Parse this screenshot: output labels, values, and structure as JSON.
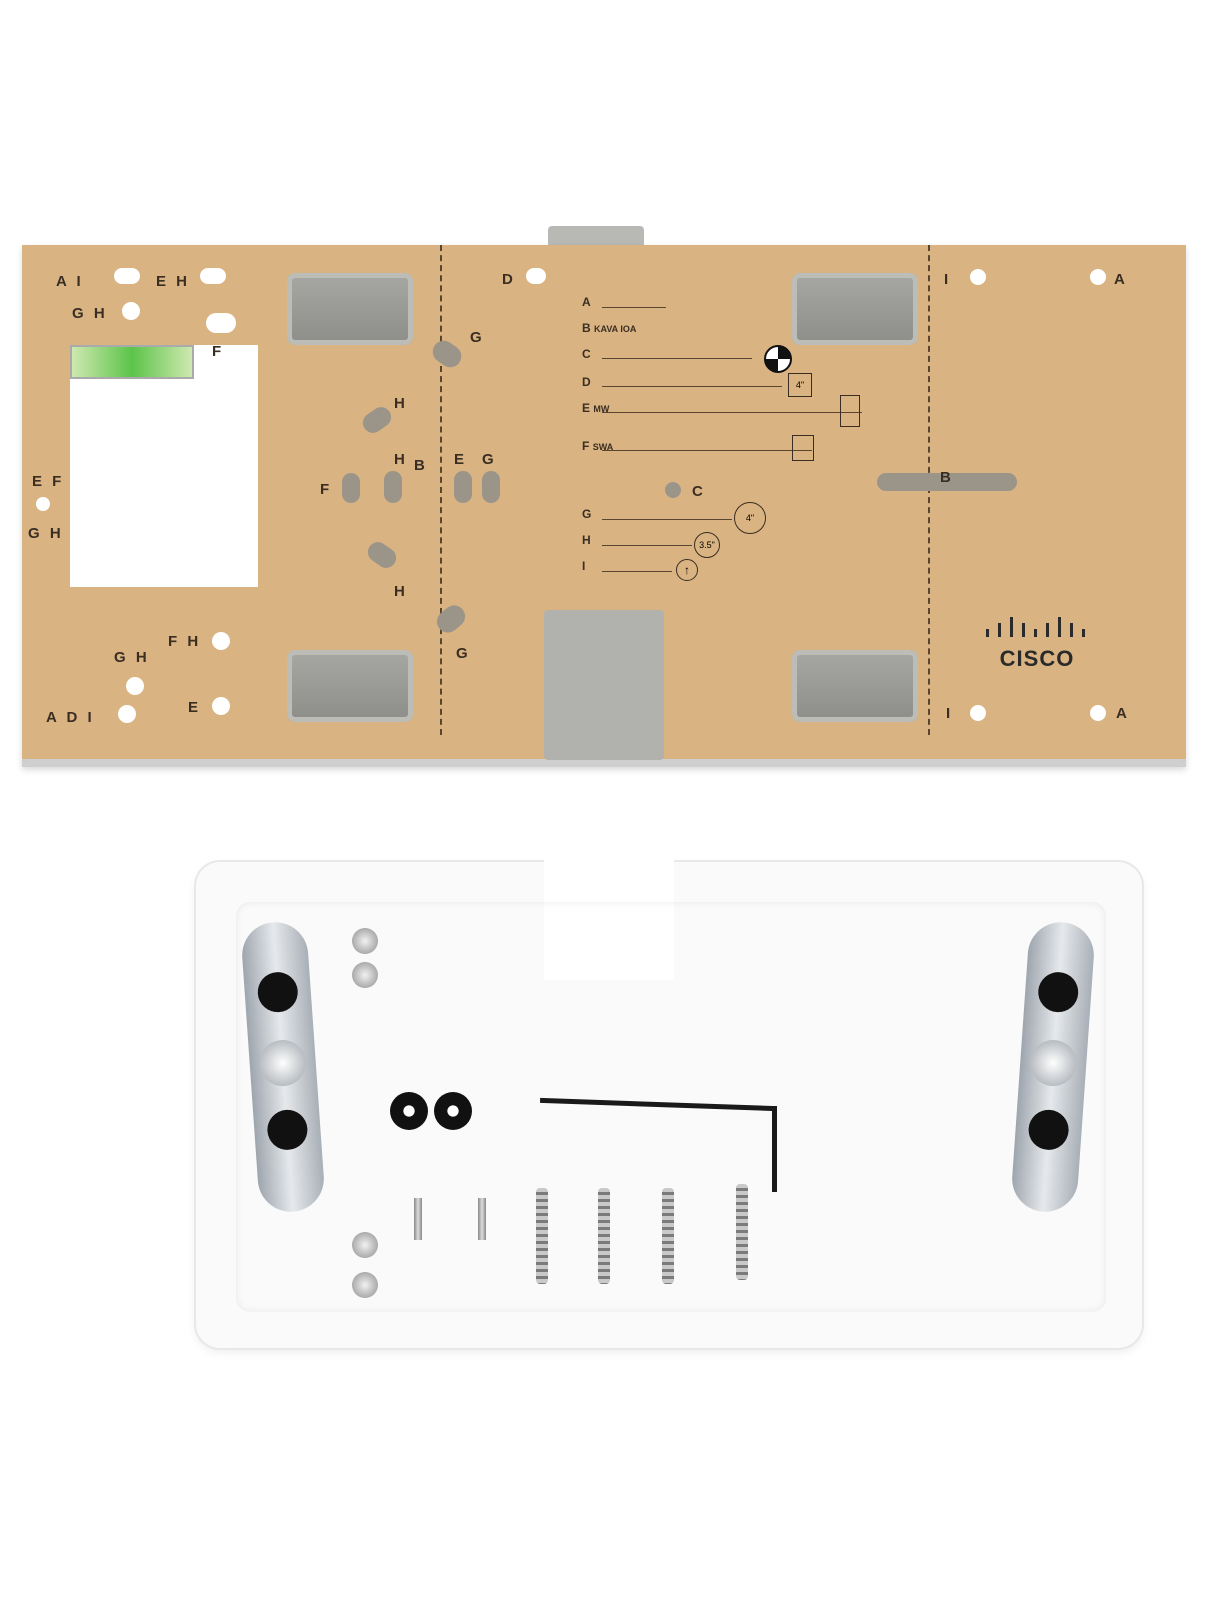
{
  "plate": {
    "color": "#d9b382",
    "labels": {
      "ai": "A I",
      "eh": "E H",
      "gh_top": "G H",
      "f_top": "F",
      "d": "D",
      "i_top": "I",
      "a_top": "A",
      "g_upper": "G",
      "h_upper": "H",
      "ef": "E F",
      "gh_side": "G H",
      "f_mid": "F",
      "h_mid": "H",
      "b_mid": "B",
      "e_mid": "E",
      "g_mid": "G",
      "c_mid": "C",
      "b_right": "B",
      "h_lower": "H",
      "fh": "F H",
      "gh_bottom": "G H",
      "g_lower": "G",
      "adi": "A D I",
      "e_bottom": "E",
      "i_bottom": "I",
      "a_bottom": "A"
    },
    "legend": [
      {
        "key": "A",
        "text": ""
      },
      {
        "key": "B",
        "text": "KAVA IOA"
      },
      {
        "key": "C",
        "text": ""
      },
      {
        "key": "D",
        "text": "",
        "badge": "4\""
      },
      {
        "key": "E",
        "text": "MW"
      },
      {
        "key": "F",
        "text": "SWA"
      },
      {
        "key": "G",
        "text": "",
        "badge": "4\""
      },
      {
        "key": "H",
        "text": "",
        "badge": "3.5\""
      },
      {
        "key": "I",
        "text": ""
      }
    ],
    "logo": "CISCO"
  },
  "tray": {
    "color": "#fafafa",
    "bracket_color": "#c5cbd1"
  }
}
